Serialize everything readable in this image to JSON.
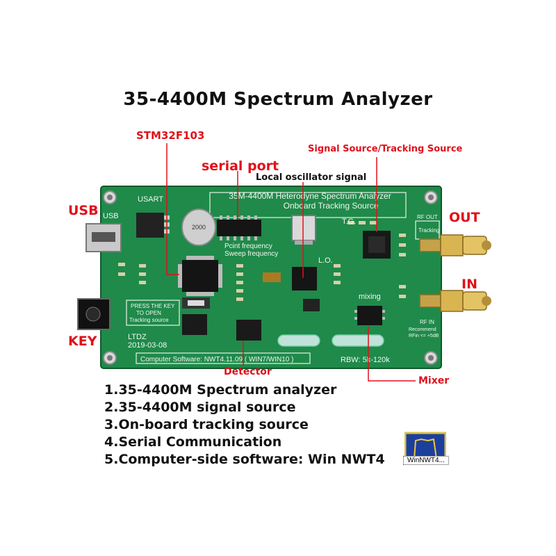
{
  "title": "35-4400M  Spectrum Analyzer",
  "callouts": {
    "stm32": "STM32F103",
    "serial_port": "serial port",
    "local_osc": "Local oscillator signal",
    "signal_source": "Signal Source/Tracking Source",
    "usb": "USB",
    "out": "OUT",
    "in": "IN",
    "key": "KEY",
    "detector": "Detector",
    "mixer": "Mixer"
  },
  "board": {
    "heading_line1": "35M-4400M Heterodyne Spectrum Analyzer",
    "heading_line2": "Onboard Tracking Source",
    "usart": "USART",
    "usb": "USB",
    "tg": "T.G.",
    "lo": "L.O.",
    "pcint": "Pcint frequency",
    "sweep": "Sweep frequency",
    "press_line1": "PRESS THE KEY",
    "press_line2": "TO OPEN",
    "press_line3": "Tracking source",
    "mixing": "mixing",
    "ltdz": "LTDZ",
    "date": "2019-03-08",
    "rbw": "RBW: 5k-120k",
    "rf_out": "RF OUT",
    "tracking": "Tracking",
    "rf_in": "RF IN",
    "rfin_rec1": "Recommend",
    "rfin_rec2": "RFin <= +5dB",
    "software": "Computer Software:  NWT4.11.09 ( WIN7/WIN10 )",
    "crystal": "2000"
  },
  "features": [
    "1.35-4400M Spectrum analyzer",
    "2.35-4400M signal source",
    "3.On-board tracking source",
    "4.Serial Communication",
    "5.Computer-side software: Win NWT4"
  ],
  "app_icon_label": "WinNWT4...",
  "colors": {
    "pcb": "#1f8a4a",
    "callout": "#e0101a"
  }
}
